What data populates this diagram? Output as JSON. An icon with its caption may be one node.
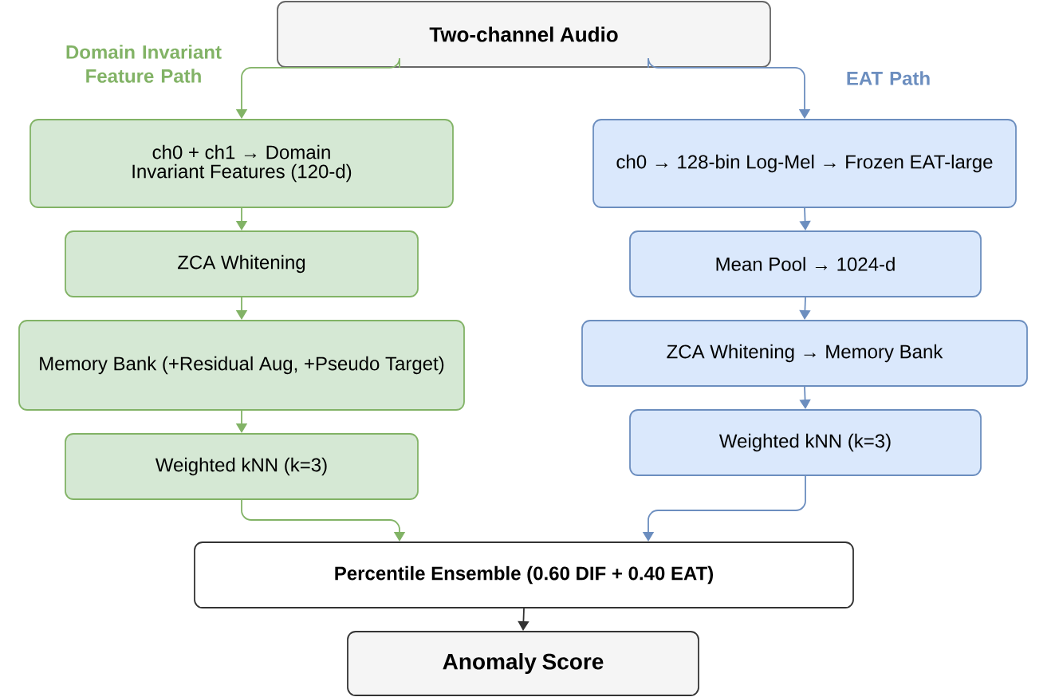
{
  "diagram": {
    "nodes": [
      {
        "text": [
          "Two-channel Audio"
        ]
      },
      {
        "text": [
          "ch0 + ch1 → Domain Invariant Features (120-d)"
        ]
      },
      {
        "text": [
          "ZCA Whitening"
        ]
      },
      {
        "text": [
          "Memory Bank (+Residual Aug, +Pseudo Target)"
        ]
      },
      {
        "text": [
          "Weighted kNN (k=3)"
        ]
      },
      {
        "text": [
          "ch0 → 128-bin Log-Mel → Frozen EAT-large"
        ]
      },
      {
        "text": [
          "Mean Pool → 1024-d"
        ]
      },
      {
        "text": [
          "ZCA Whitening → Memory Bank"
        ]
      },
      {
        "text": [
          "Weighted kNN (k=3)"
        ]
      },
      {
        "text": [
          "Percentile Ensemble (0.60 DIF + 0.40 EAT)"
        ]
      },
      {
        "text": [
          "Anomaly Score"
        ]
      }
    ],
    "edges": [
      {
        "from": 0,
        "to": 1,
        "arrow": "to",
        "color": "#82b366"
      },
      {
        "from": 1,
        "to": 2,
        "arrow": "to",
        "color": "#82b366"
      },
      {
        "from": 2,
        "to": 3,
        "arrow": "to",
        "color": "#82b366"
      },
      {
        "from": 3,
        "to": 4,
        "arrow": "to",
        "color": "#82b366"
      },
      {
        "from": 0,
        "to": 5,
        "arrow": "to",
        "color": "#6c8ebf"
      },
      {
        "from": 5,
        "to": 6,
        "arrow": "to",
        "color": "#6c8ebf"
      },
      {
        "from": 6,
        "to": 7,
        "arrow": "to",
        "color": "#6c8ebf"
      },
      {
        "from": 7,
        "to": 8,
        "arrow": "to",
        "color": "#6c8ebf"
      },
      {
        "from": 4,
        "to": 9,
        "arrow": "to",
        "color": "#82b366"
      },
      {
        "from": 8,
        "to": 9,
        "arrow": "to",
        "color": "#6c8ebf"
      },
      {
        "from": 9,
        "to": 10,
        "arrow": "to",
        "color": "#333333"
      }
    ],
    "labels": [
      "Domain Invariant Feature Path",
      "EAT Path"
    ]
  }
}
